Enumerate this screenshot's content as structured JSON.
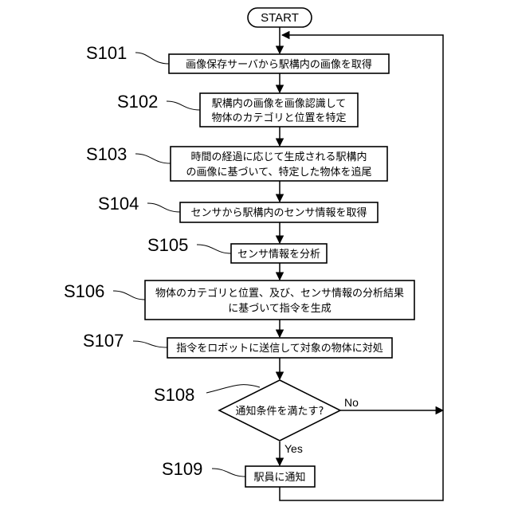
{
  "start": "START",
  "steps": [
    {
      "id": "S101",
      "lines": [
        "画像保存サーバから駅構内の画像を取得"
      ]
    },
    {
      "id": "S102",
      "lines": [
        "駅構内の画像を画像認識して",
        "物体のカテゴリと位置を特定"
      ]
    },
    {
      "id": "S103",
      "lines": [
        "時間の経過に応じて生成される駅構内",
        "の画像に基づいて、特定した物体を追尾"
      ]
    },
    {
      "id": "S104",
      "lines": [
        "センサから駅構内のセンサ情報を取得"
      ]
    },
    {
      "id": "S105",
      "lines": [
        "センサ情報を分析"
      ]
    },
    {
      "id": "S106",
      "lines": [
        "物体のカテゴリと位置、及び、センサ情報の分析結果",
        "に基づいて指令を生成"
      ]
    },
    {
      "id": "S107",
      "lines": [
        "指令をロボットに送信して対象の物体に対処"
      ]
    }
  ],
  "decision": {
    "id": "S108",
    "text": "通知条件を満たす?",
    "no": "No",
    "yes": "Yes"
  },
  "final": {
    "id": "S109",
    "text": "駅員に通知"
  }
}
